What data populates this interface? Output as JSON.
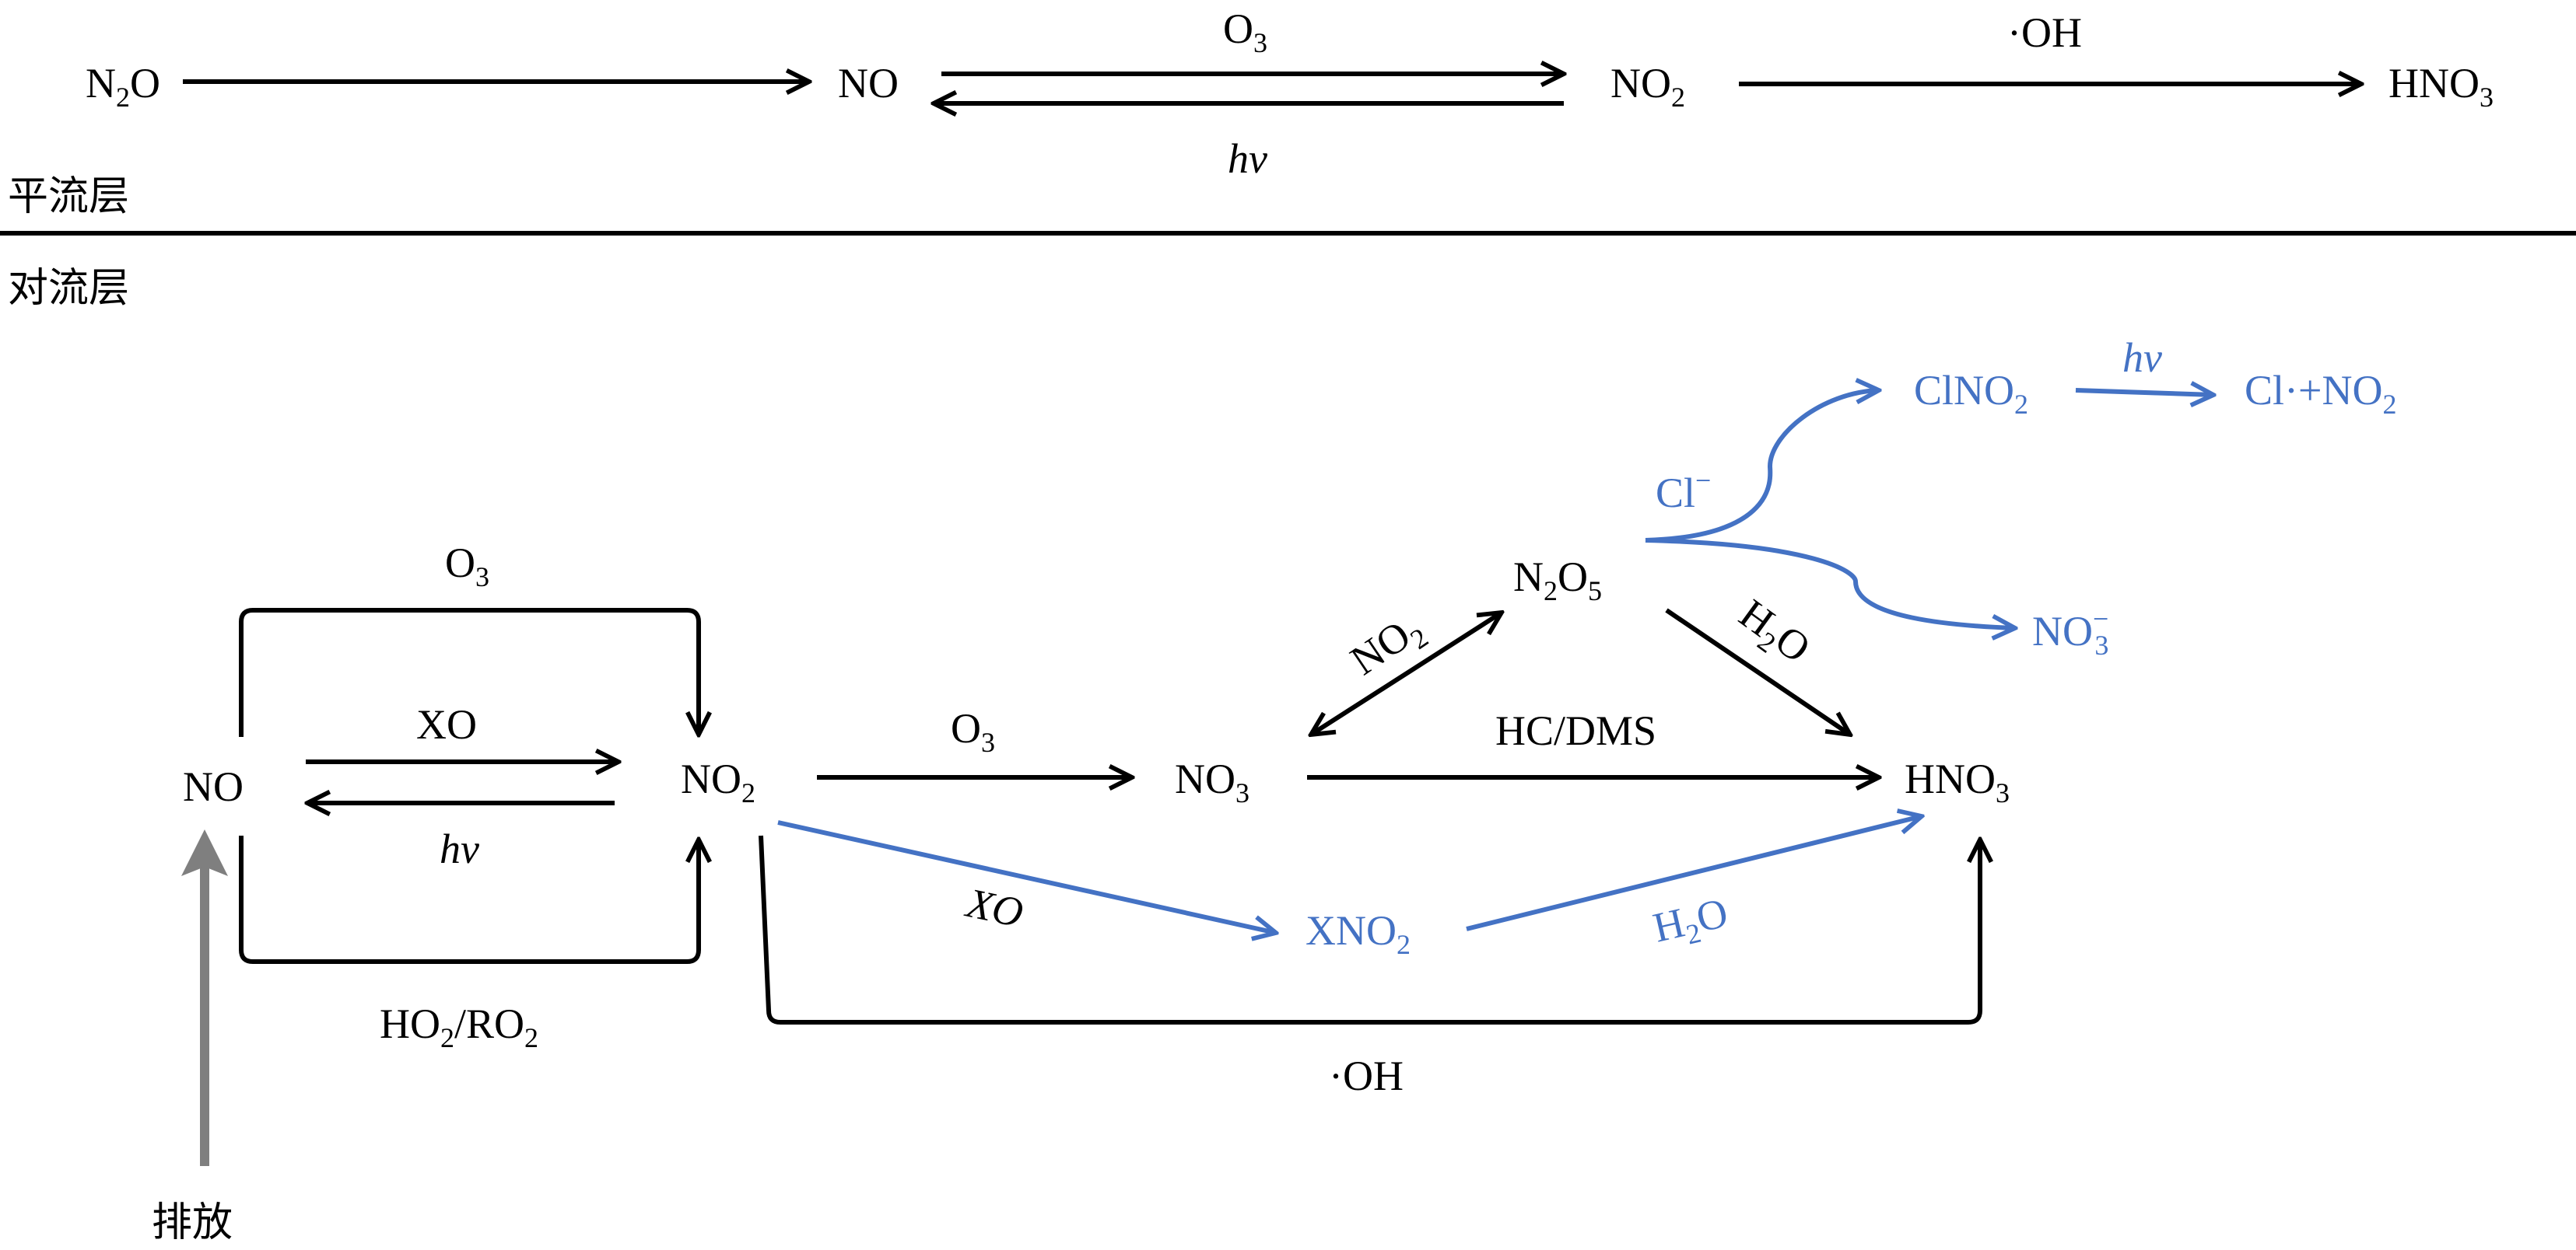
{
  "strat": {
    "layer_label": "平流层",
    "n2o": {
      "a": "N",
      "sub": "2",
      "b": "O"
    },
    "no": "NO",
    "no2": {
      "a": "NO",
      "sub": "2"
    },
    "hno3": {
      "a": "HNO",
      "sub": "3"
    },
    "o3": {
      "a": "O",
      "sub": "3"
    },
    "hv": "hv",
    "oh": "·OH"
  },
  "trop": {
    "layer_label": "对流层",
    "no": "NO",
    "no2": {
      "a": "NO",
      "sub": "2"
    },
    "no3": {
      "a": "NO",
      "sub": "3"
    },
    "n2o5": {
      "a": "N",
      "sub1": "2",
      "b": "O",
      "sub2": "5"
    },
    "hno3": {
      "a": "HNO",
      "sub": "3"
    },
    "xno2": {
      "a": "XNO",
      "sub": "2"
    },
    "clno2": {
      "a": "ClNO",
      "sub": "2"
    },
    "cl_no2": {
      "a": "Cl·+NO",
      "sub": "2"
    },
    "no3_minus": {
      "a": "NO",
      "sup": "−",
      "sub": "3"
    },
    "cl_minus": {
      "a": "Cl",
      "sup": "−"
    },
    "o3_top": {
      "a": "O",
      "sub": "3"
    },
    "xo": "XO",
    "hv": "hv",
    "ho2ro2": {
      "a": "HO",
      "sub1": "2",
      "b": "/RO",
      "sub2": "2"
    },
    "o3_mid": {
      "a": "O",
      "sub": "3"
    },
    "no2_diag": {
      "a": "NO",
      "sub": "2"
    },
    "h2o_diag": {
      "a": "H",
      "sub": "2",
      "b": "O"
    },
    "hc_dms": "HC/DMS",
    "xo_blue": "XO",
    "h2o_blue": {
      "a": "H",
      "sub": "2",
      "b": "O"
    },
    "oh_bottom": "·OH",
    "hv_blue": "hv",
    "emission": "排放"
  },
  "colors": {
    "black": "#000000",
    "blue": "#4472c4",
    "gray": "#7f7f7f"
  }
}
